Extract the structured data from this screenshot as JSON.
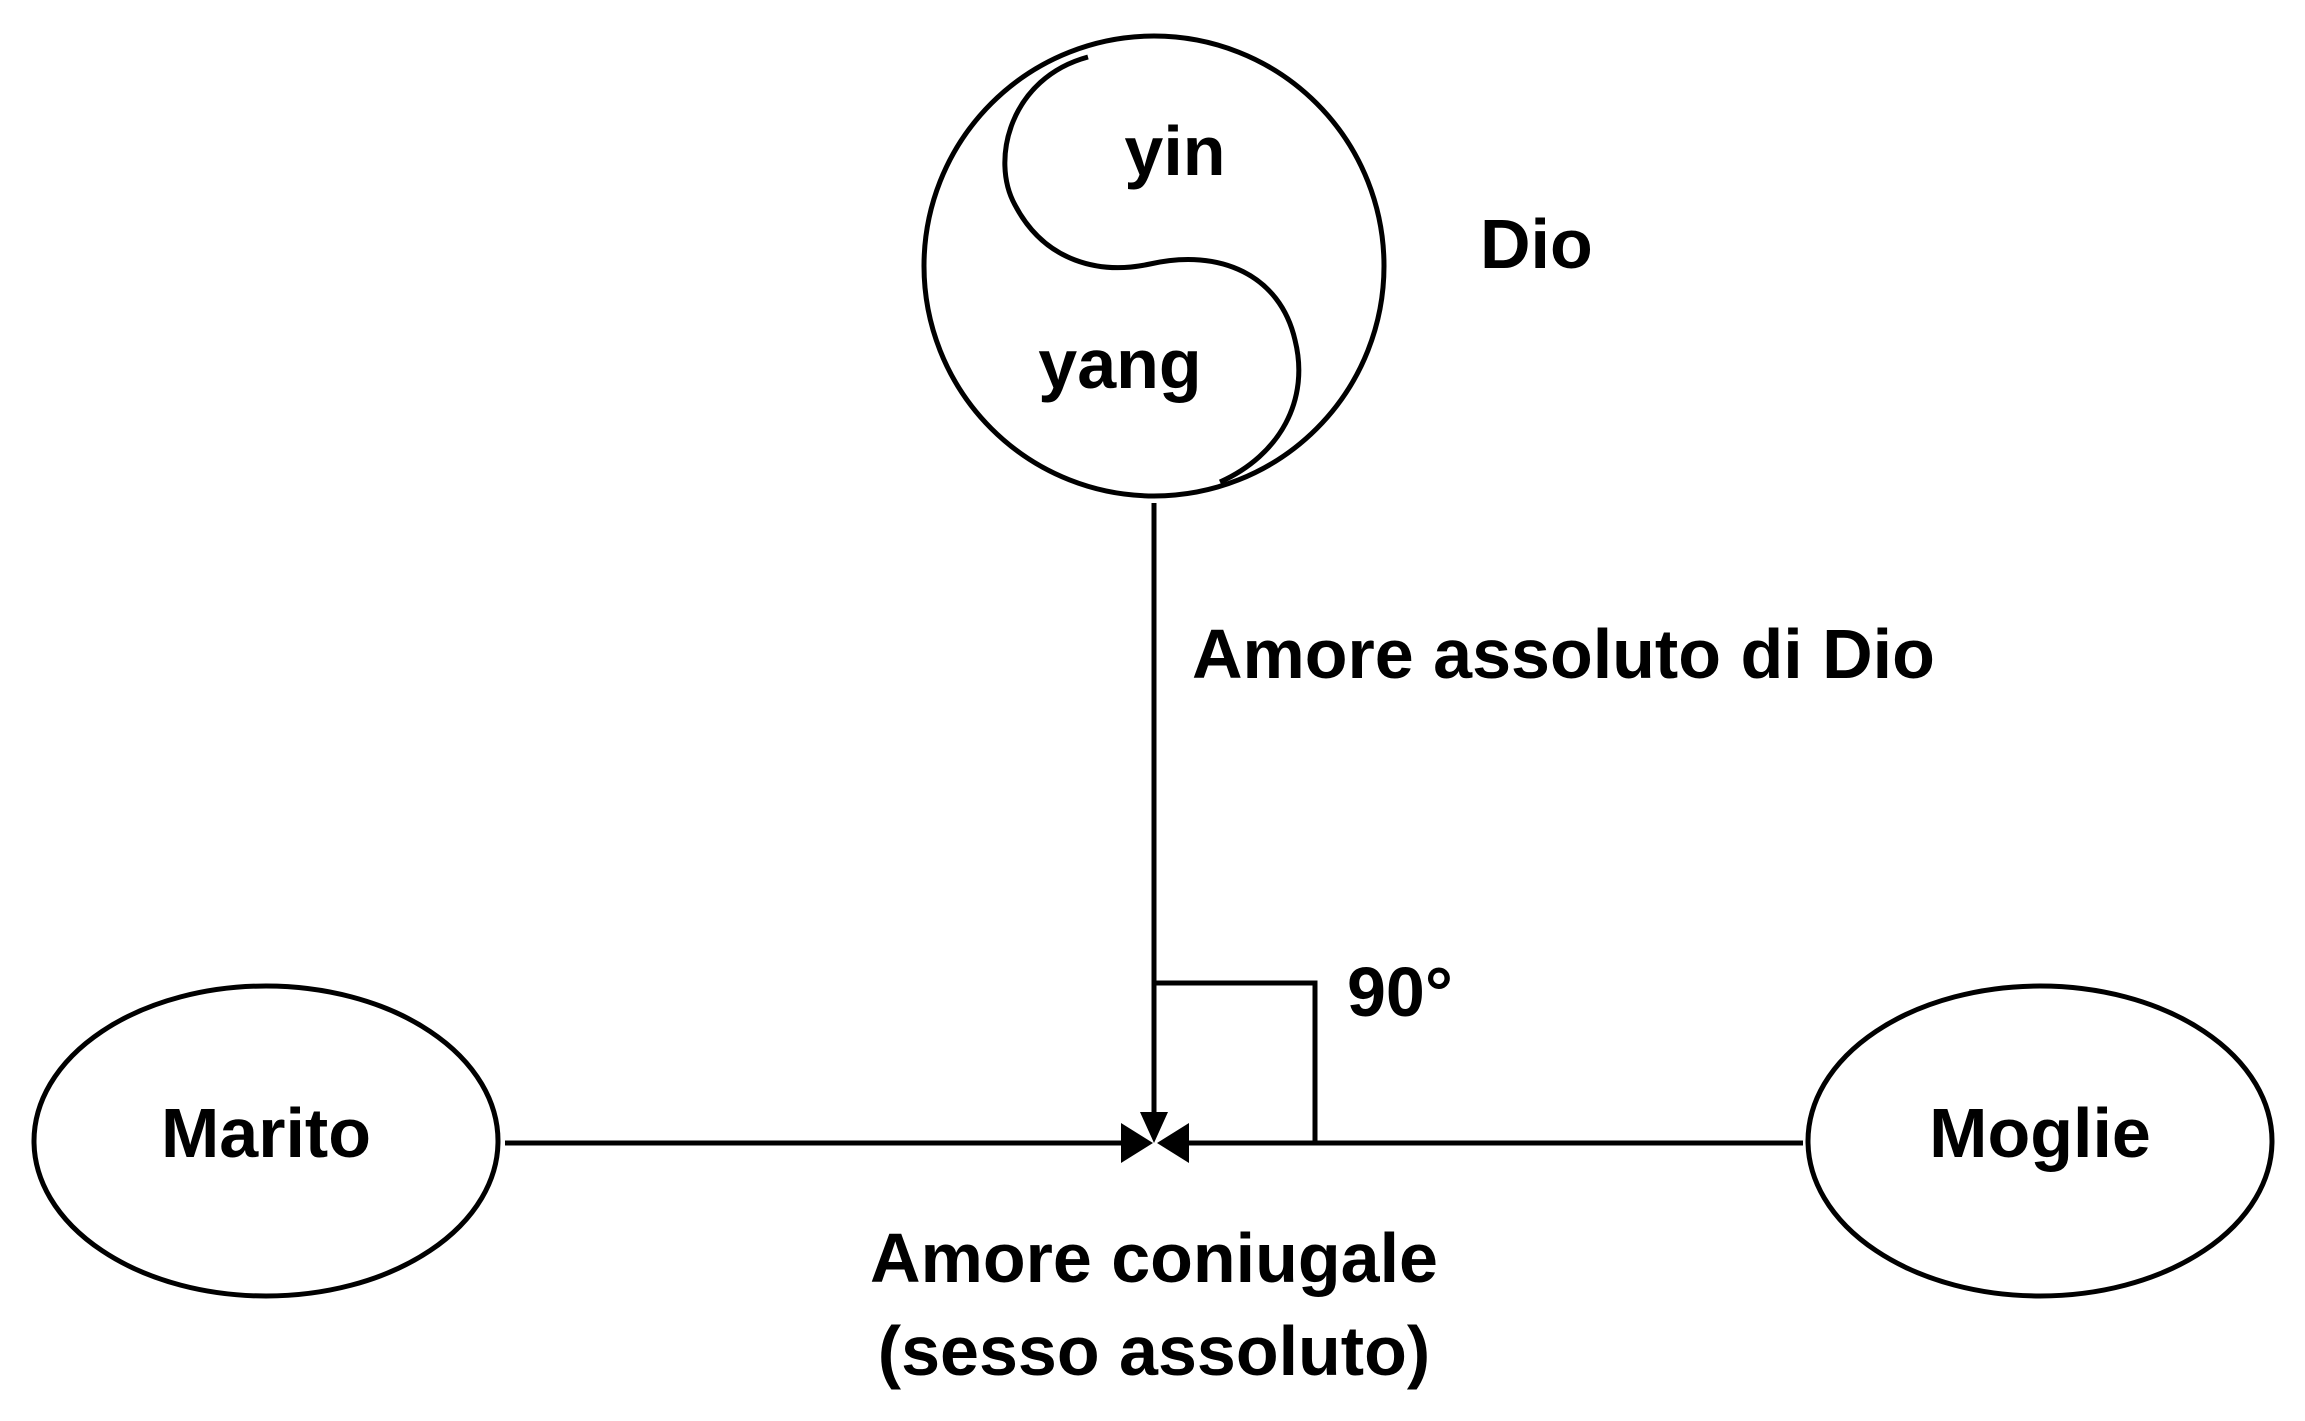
{
  "diagram": {
    "god": {
      "yin": "yin",
      "yang": "yang",
      "label": "Dio"
    },
    "vertical_edge_label": "Amore assoluto di Dio",
    "angle_label": "90°",
    "husband": "Marito",
    "wife": "Moglie",
    "conjugal_love_line1": "Amore coniugale",
    "conjugal_love_line2": "(sesso assoluto)"
  }
}
